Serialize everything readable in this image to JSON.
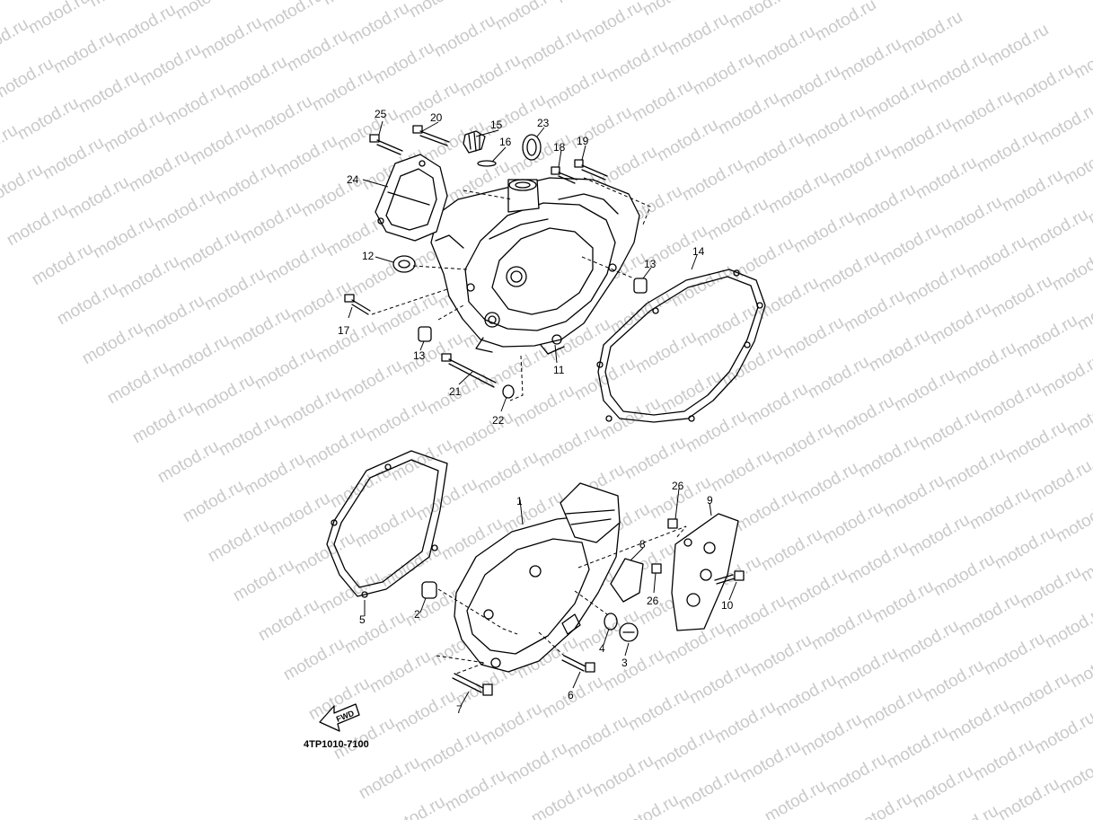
{
  "watermark": {
    "text": "motod.ru"
  },
  "diagram": {
    "code": "4TP1010-7100",
    "fwd_label": "FWD",
    "callouts": {
      "c1": "1",
      "c2": "2",
      "c3": "3",
      "c4": "4",
      "c5": "5",
      "c6": "6",
      "c7": "7",
      "c8": "8",
      "c9": "9",
      "c10": "10",
      "c11": "11",
      "c12": "12",
      "c13a": "13",
      "c13b": "13",
      "c14": "14",
      "c15": "15",
      "c16": "16",
      "c17": "17",
      "c18": "18",
      "c19": "19",
      "c20": "20",
      "c21": "21",
      "c22": "22",
      "c23": "23",
      "c24": "24",
      "c25": "25",
      "c26a": "26",
      "c26b": "26"
    }
  }
}
